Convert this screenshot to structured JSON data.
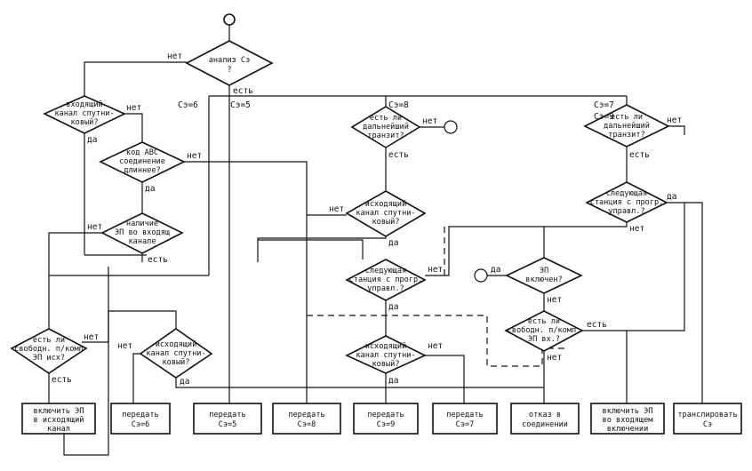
{
  "nodes": {
    "analysis": [
      "анализ Сэ",
      "?"
    ],
    "incoming_sat": [
      "входящий",
      "канал спутни-",
      "ковый?"
    ],
    "code_abc": [
      "код АВС",
      "соединение",
      "длиннее?"
    ],
    "ep_in_channel": [
      "наличие",
      "ЭП во входящ",
      "канале"
    ],
    "free_circuit_out": [
      "есть ли",
      "свободн. п/комп",
      "ЭП исх?"
    ],
    "turn_on_ep_out": [
      "включить ЭП",
      "в исходящий",
      "канал"
    ],
    "outgoing_sat_left": [
      "исходящий",
      "канал спутни-",
      "ковый?"
    ],
    "transfer_6": [
      "передать",
      "Сэ=6"
    ],
    "transfer_5": [
      "передать",
      "Сэ=5"
    ],
    "further_transit_mid": [
      "есть ли",
      "дальнейший",
      "транзит?"
    ],
    "outgoing_sat_mid": [
      "исходящий",
      "канал спутни-",
      "ковый?"
    ],
    "next_station_mid": [
      "следующая",
      "станция с прогр.",
      "управл.?"
    ],
    "outgoing_sat_low": [
      "исходящий",
      "канал спутни-",
      "ковый?"
    ],
    "transfer_8": [
      "передать",
      "Сэ=8"
    ],
    "transfer_9": [
      "передать",
      "Сэ=9"
    ],
    "transfer_7": [
      "передать",
      "Сэ=7"
    ],
    "further_transit_right": [
      "есть ли",
      "дальнейший",
      "транзит?"
    ],
    "next_station_right": [
      "следующая",
      "станция с прогр.",
      "управл.?"
    ],
    "ep_on": [
      "ЭП",
      "включен?"
    ],
    "free_circuit_in": [
      "есть ли",
      "свободн. п/комп.",
      "ЭП вх.?"
    ],
    "refuse": [
      "отказ в",
      "соединении"
    ],
    "turn_on_ep_in": [
      "включить ЭП",
      "во входящем",
      "включении"
    ],
    "translate": [
      "транслировать",
      "Сэ"
    ]
  },
  "labels": {
    "no": "нет",
    "yes": "да",
    "exists": "есть",
    "c6": "Сэ=6",
    "c5": "Сэ=5",
    "c8": "Сэ=8",
    "c7": "Сэ=7",
    "c9": "Сэ=9"
  }
}
